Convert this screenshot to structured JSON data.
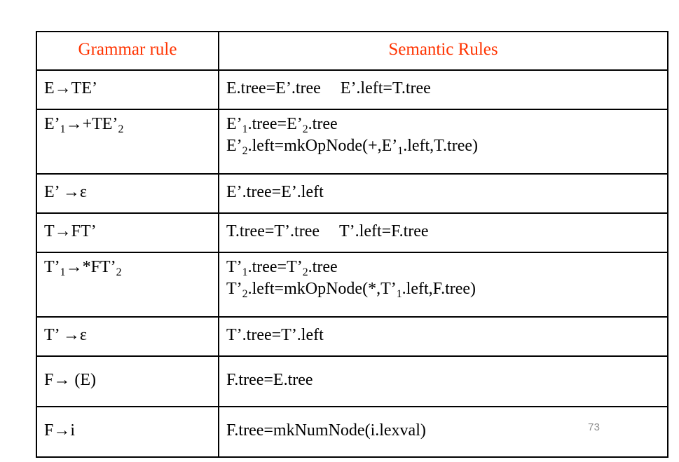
{
  "page": {
    "number": "73"
  },
  "table": {
    "headers": {
      "grammar_rule": "Grammar rule",
      "semantic_rules": "Semantic Rules"
    },
    "header_color": "#FF3300",
    "border_color": "#000000",
    "rows": [
      {
        "rule_html": "E→TE’",
        "rule_text": "E→TE’",
        "semantic_lines": [
          "E.tree=E’.tree E’.left=T.tree"
        ],
        "semantic_line1_a": "E.tree=E’.tree",
        "semantic_line1_b": "E’.left=T.tree"
      },
      {
        "rule_text": "E’1→+TE’2",
        "semantic_lines": [
          "E’1.tree=E’2.tree",
          "E’2.left=mkOpNode(+,E’1.left,T.tree)"
        ]
      },
      {
        "rule_text": "E’ →ε",
        "semantic_lines": [
          "E’.tree=E’.left"
        ]
      },
      {
        "rule_text": "T→FT’",
        "semantic_line1_a": "T.tree=T’.tree",
        "semantic_line1_b": "T’.left=F.tree"
      },
      {
        "rule_text": "T’1→*FT’2",
        "semantic_lines": [
          "T’1.tree=T’2.tree",
          "T’2.left=mkOpNode(*,T’1.left,F.tree)"
        ]
      },
      {
        "rule_text": "T’ →ε",
        "semantic_lines": [
          "T’.tree=T’.left"
        ]
      },
      {
        "rule_text": "F→ (E)",
        "semantic_lines": [
          "F.tree=E.tree"
        ]
      },
      {
        "rule_text": "F→i",
        "semantic_lines": [
          "F.tree=mkNumNode(i.lexval)"
        ]
      }
    ],
    "row0": {
      "rule_pre": "E→TE’",
      "sem_a": "E.tree=E’.tree",
      "sem_b": "E’.left=T.tree"
    },
    "row1": {
      "rule_pre": "E’",
      "rule_sub1": "1",
      "rule_mid": "→+TE’",
      "rule_sub2": "2",
      "l1_p1": "E’",
      "l1_s1": "1",
      "l1_p2": ".tree=E’",
      "l1_s2": "2",
      "l1_p3": ".tree",
      "l2_p1": "E’",
      "l2_s1": "2",
      "l2_p2": ".left=mkOpNode(+,E’",
      "l2_s2": "1",
      "l2_p3": ".left,T.tree)"
    },
    "row2": {
      "rule_pre": "E’ →ε",
      "sem_a": "E’.tree=E’.left"
    },
    "row3": {
      "rule_pre": "T→FT’",
      "sem_a": "T.tree=T’.tree",
      "sem_b": "T’.left=F.tree"
    },
    "row4": {
      "rule_pre": "T’",
      "rule_sub1": "1",
      "rule_mid": "→*FT’",
      "rule_sub2": "2",
      "l1_p1": "T’",
      "l1_s1": "1",
      "l1_p2": ".tree=T’",
      "l1_s2": "2",
      "l1_p3": ".tree",
      "l2_p1": "T’",
      "l2_s1": "2",
      "l2_p2": ".left=mkOpNode(*,T’",
      "l2_s2": "1",
      "l2_p3": ".left,F.tree)"
    },
    "row5": {
      "rule_pre": "T’ →ε",
      "sem_a": "T’.tree=T’.left"
    },
    "row6": {
      "rule_pre": "F→ (E)",
      "sem_a": "F.tree=E.tree"
    },
    "row7": {
      "rule_pre": "F→i",
      "sem_a": "F.tree=mkNumNode(i.lexval)"
    }
  }
}
